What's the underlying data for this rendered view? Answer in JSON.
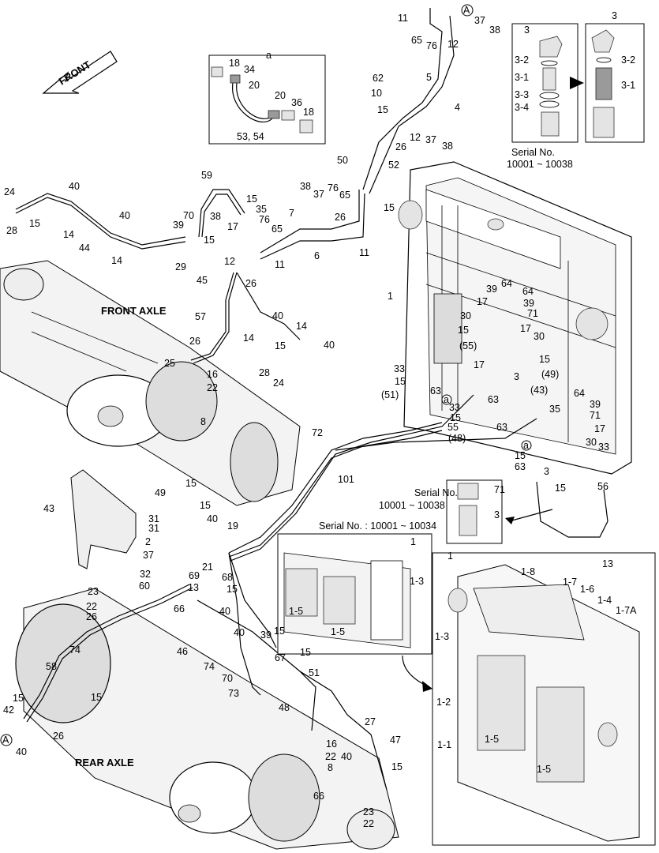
{
  "labels": {
    "front": "FRONT",
    "front_axle": "FRONT AXLE",
    "rear_axle": "REAR AXLE",
    "detail_a_title": "a",
    "serial_a": "Serial No.",
    "serial_a_range": "10001 ~ 10038",
    "serial_b": "Serial No.",
    "serial_b_range": "10001 ~ 10038",
    "serial_c": "Serial No. : 10001 ~ 10034",
    "box3_title": "3",
    "box3b_title": "3",
    "box1_title": "1",
    "box1b_title": "1",
    "circle_a": "A",
    "circle_a2": "A",
    "circle_small_a": "a",
    "circle_small_a2": "a"
  },
  "callouts": [
    "11",
    "37",
    "38",
    "65",
    "76",
    "12",
    "5",
    "62",
    "10",
    "4",
    "15",
    "12",
    "26",
    "37",
    "38",
    "50",
    "52",
    "38",
    "37",
    "76",
    "65",
    "15",
    "26",
    "7",
    "6",
    "11",
    "40",
    "24",
    "28",
    "15",
    "14",
    "44",
    "14",
    "40",
    "59",
    "15",
    "35",
    "38",
    "76",
    "39",
    "70",
    "17",
    "65",
    "15",
    "29",
    "12",
    "11",
    "45",
    "26",
    "57",
    "40",
    "14",
    "40",
    "14",
    "15",
    "28",
    "24",
    "26",
    "25",
    "16",
    "22",
    "8",
    "1",
    "39",
    "64",
    "17",
    "64",
    "39",
    "71",
    "30",
    "15",
    "30",
    "(55)",
    "17",
    "15",
    "(49)",
    "3",
    "33",
    "15",
    "(51)",
    "63",
    "17",
    "(43)",
    "33",
    "15",
    "63",
    "55",
    "(48)",
    "63",
    "35",
    "64",
    "39",
    "71",
    "17",
    "30",
    "33",
    "15",
    "63",
    "3",
    "15",
    "56",
    "13",
    "72",
    "101",
    "43",
    "49",
    "15",
    "15",
    "31",
    "31",
    "40",
    "19",
    "2",
    "37",
    "21",
    "32",
    "60",
    "69",
    "13",
    "68",
    "15",
    "23",
    "22",
    "26",
    "66",
    "40",
    "46",
    "40",
    "74",
    "74",
    "58",
    "70",
    "39",
    "15",
    "67",
    "15",
    "51",
    "73",
    "15",
    "48",
    "15",
    "42",
    "26",
    "40",
    "27",
    "16",
    "22",
    "8",
    "66",
    "40",
    "47",
    "15",
    "23",
    "22"
  ],
  "detail_a": [
    "18",
    "34",
    "20",
    "20",
    "36",
    "18",
    "53, 54"
  ],
  "box3_parts": [
    "3-2",
    "3-1",
    "3-3",
    "3-4"
  ],
  "box3b_parts": [
    "3-2",
    "3-1"
  ],
  "box_c_parts": [
    "1",
    "1-3",
    "1-5",
    "1-5"
  ],
  "box1_parts": [
    "1-8",
    "1-7",
    "1-6",
    "1-4",
    "1-7A",
    "1-3",
    "1-2",
    "1-1",
    "1-5",
    "1-5"
  ],
  "serial_b_parts": [
    "71",
    "3"
  ]
}
